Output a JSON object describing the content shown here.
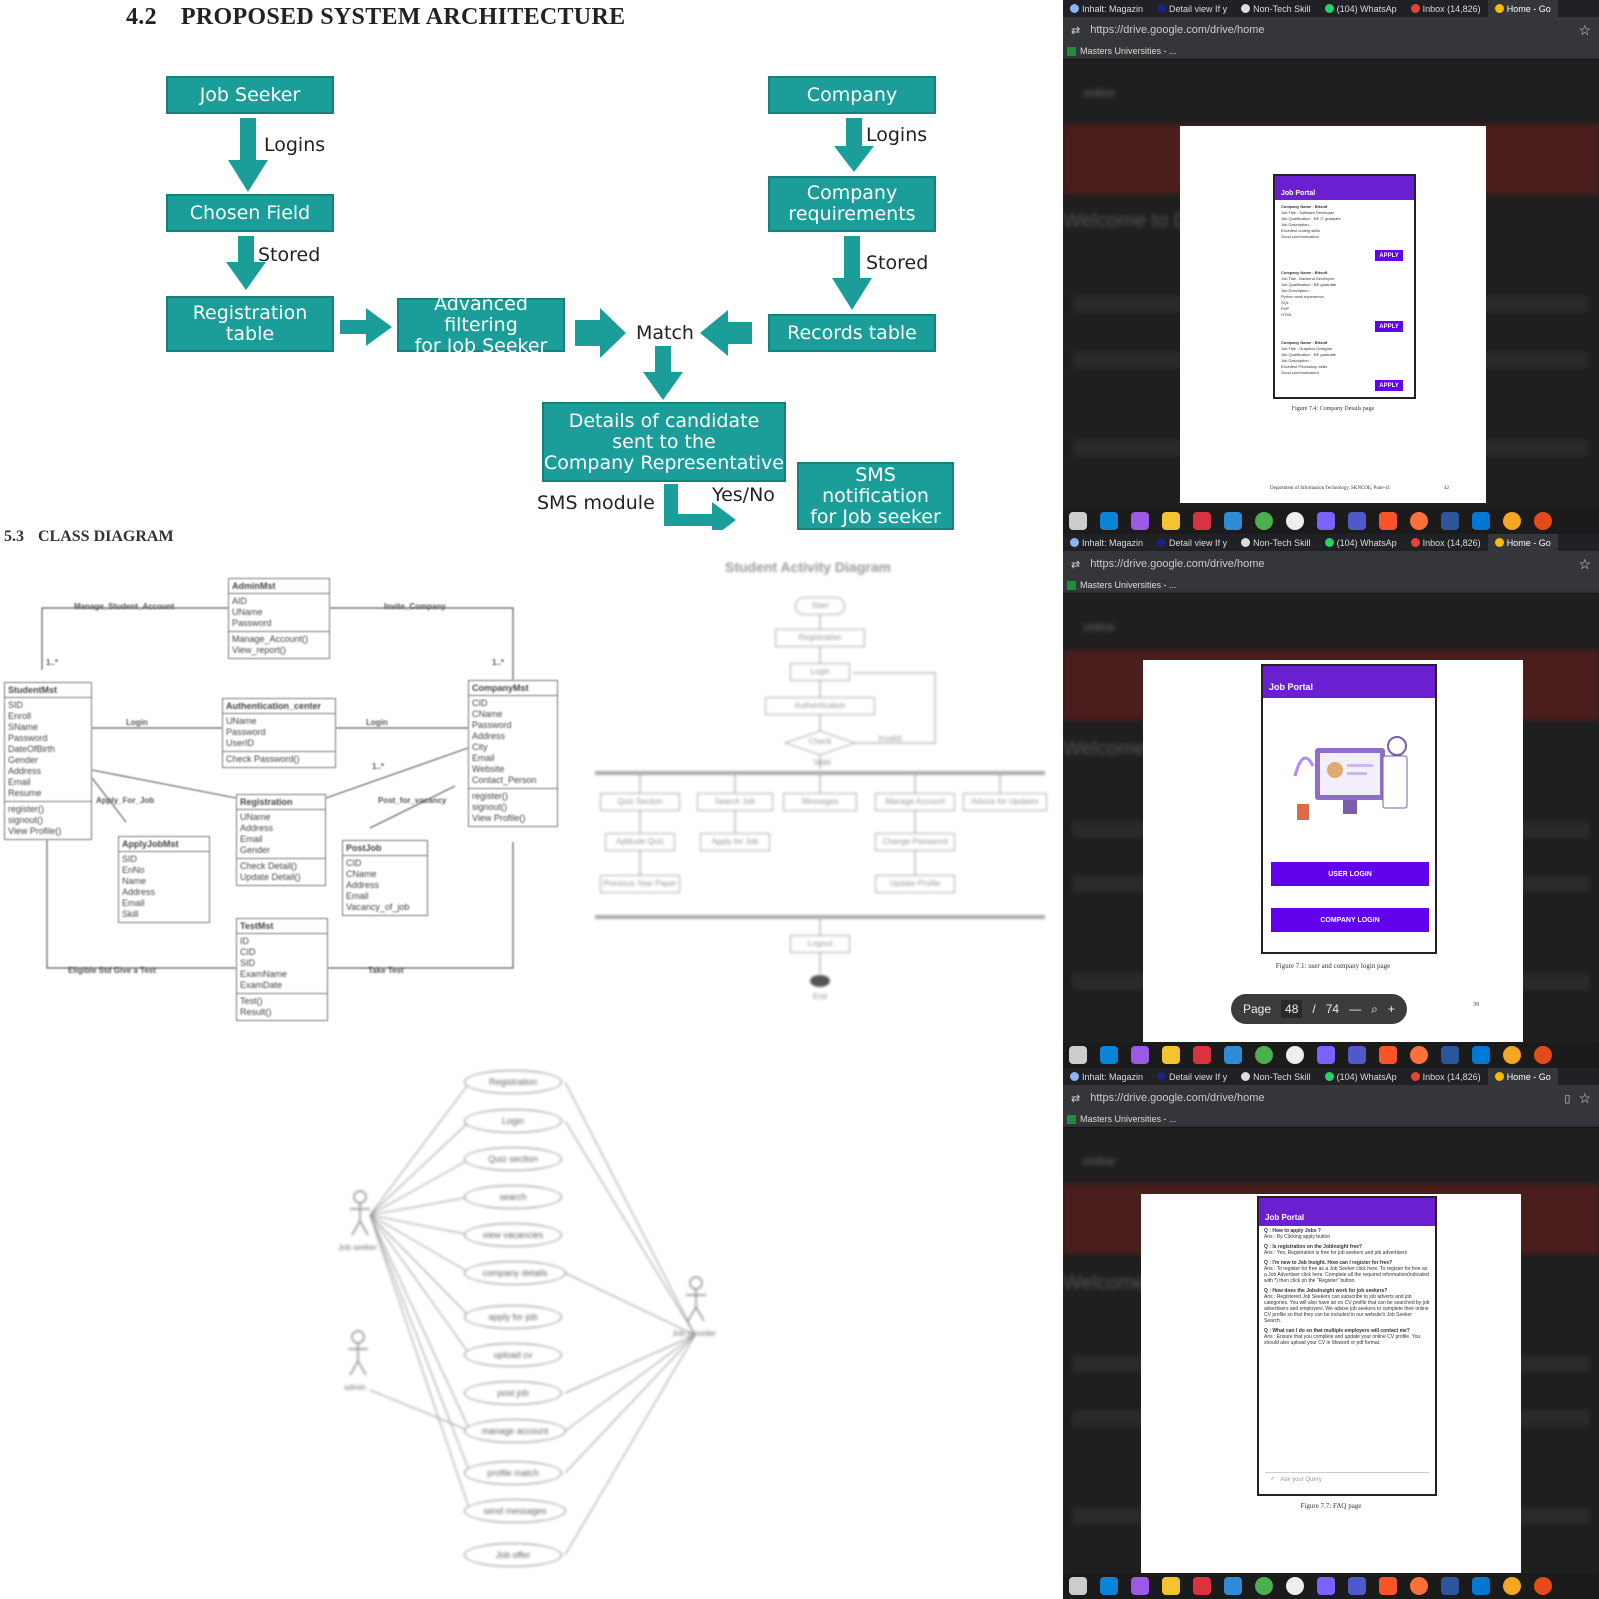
{
  "architecture": {
    "section_number": "4.2",
    "section_title": "PROPOSED SYSTEM ARCHITECTURE",
    "boxes": {
      "job_seeker": "Job Seeker",
      "chosen_field": "Chosen Field",
      "registration_table": "Registration\ntable",
      "advanced_filtering": "Advanced filtering\nfor Job Seeker",
      "company": "Company",
      "company_requirements": "Company\nrequirements",
      "records_table": "Records table",
      "details": "Details of candidate\nsent to the\nCompany Representative",
      "sms_notification": "SMS notification\nfor Job seeker"
    },
    "labels": {
      "logins_left": "Logins",
      "stored_left": "Stored",
      "logins_right": "Logins",
      "stored_right": "Stored",
      "match": "Match",
      "sms_module": "SMS module",
      "yes_no": "Yes/No"
    }
  },
  "class_diagram": {
    "section_number": "5.3",
    "section_title": "CLASS DIAGRAM",
    "classes": [
      {
        "name": "AdminMst",
        "attrs": [
          "AID",
          "UName",
          "Password"
        ],
        "ops": [
          "Manage_Account()",
          "View_report()"
        ]
      },
      {
        "name": "StudentMst",
        "attrs": [
          "SID",
          "Enroll",
          "SName",
          "Password",
          "DateOfBirth",
          "Gender",
          "Address",
          "Email",
          "Resume"
        ],
        "ops": [
          "register()",
          "signout()",
          "View Profile()"
        ]
      },
      {
        "name": "Authentication_center",
        "attrs": [
          "UName",
          "Password",
          "UserID"
        ],
        "ops": [
          "Check Password()"
        ]
      },
      {
        "name": "CompanyMst",
        "attrs": [
          "CID",
          "CName",
          "Password",
          "Address",
          "City",
          "Email",
          "Website",
          "Contact_Person"
        ],
        "ops": [
          "register()",
          "signout()",
          "View Profile()"
        ]
      },
      {
        "name": "Registration",
        "attrs": [
          "UName",
          "Address",
          "Email",
          "Gender"
        ],
        "ops": [
          "Check Detail()",
          "Update Detail()"
        ]
      },
      {
        "name": "ApplyJobMst",
        "attrs": [
          "SID",
          "EnNo",
          "Name",
          "Address",
          "Email",
          "Skill"
        ],
        "ops": []
      },
      {
        "name": "PostJob",
        "attrs": [
          "CID",
          "CName",
          "Address",
          "Email",
          "Vacancy_of_job"
        ],
        "ops": []
      },
      {
        "name": "TestMst",
        "attrs": [
          "ID",
          "CID",
          "SID",
          "ExamName",
          "ExamDate"
        ],
        "ops": [
          "Test()",
          "Result()"
        ]
      }
    ],
    "relations": {
      "manage_student": "Manage_Student_Account",
      "invite_company": "Invite_Company",
      "login_left": "Login",
      "login_right": "Login",
      "apply_for_job": "Apply_For_Job",
      "post_vacancy": "Post_for_vacancy",
      "eligible_test": "Eligible Std Give a Test",
      "take_test": "Take Test",
      "mult1": "1..*",
      "mult2": "1..*",
      "mult3": "1..*"
    }
  },
  "activity_diagram": {
    "title": "Student Activity Diagram",
    "nodes": {
      "start": "Start",
      "registration": "Registration",
      "login": "Login",
      "authentication": "Authentication",
      "check": "Check",
      "invalid": "Invalid",
      "valid": "Valid",
      "logout": "Logout",
      "end": "End"
    },
    "branches": [
      "Quiz Section",
      "Search Job",
      "Messages",
      "Manage Account",
      "Advice for Updates"
    ],
    "sub_items": [
      "Aptitude Quiz",
      "Apply for Job",
      "Change Password",
      "Previous Year Paper",
      "Update Profile"
    ]
  },
  "use_case": {
    "actors": [
      "Job seeker",
      "admin",
      "Job provider"
    ],
    "cases": [
      "Registration",
      "Login",
      "Quiz section",
      "search",
      "view vacancies",
      "company details",
      "apply for job",
      "upload cv",
      "post job",
      "manage account",
      "profile match",
      "send messages",
      "Job offer"
    ]
  },
  "browser": {
    "tabs": [
      "Inhalt: Magazin",
      "Detail view If y",
      "Non-Tech Skill",
      "(104) WhatsAp",
      "Inbox (14,826)",
      "Home - Go"
    ],
    "url": "https://drive.google.com/drive/home",
    "bookmark": "Masters Universities - ...",
    "drive_welcome": "Welcome to Drive",
    "drive_search": "online",
    "panels": [
      {
        "app_title": "Job Portal",
        "figure_caption": "Figure 7.4: Company Details page",
        "footer": "Department of Information Technology, SKNCOE, Pune-41",
        "page_no": "42",
        "cards": [
          {
            "company": "Company Name : Bitsoft",
            "lines": [
              "Job Title : Software Developer",
              "Job Qualification : BE IT graduate",
              "Job Description :",
              "Excellent coding skills",
              "Good communication"
            ],
            "button": "APPLY"
          },
          {
            "company": "Company Name : Bitsoft",
            "lines": [
              "Job Title : Backend Developer",
              "Job Qualification : BE graduate",
              "Job Description :",
              "Python work experience",
              "SQL",
              "PHP",
              "HTML"
            ],
            "button": "APPLY"
          },
          {
            "company": "Company Name : Bitsoft",
            "lines": [
              "Job Title : Graphics Designer",
              "Job Qualification : BE graduate",
              "Job Description :",
              "Excellent Photoshop skills",
              "Good communication"
            ],
            "button": "APPLY"
          }
        ]
      },
      {
        "app_title": "Job Portal",
        "figure_caption": "Figure 7.1: user and company login page",
        "page_no": "39",
        "user_login": "USER LOGIN",
        "company_login": "COMPANY LOGIN",
        "pager": {
          "label": "Page",
          "current": "48",
          "separator": "/",
          "total": "74",
          "minus": "—",
          "plus": "+"
        }
      },
      {
        "app_title": "Job Portal",
        "figure_caption": "Figure 7.7: FAQ page",
        "search_placeholder": "Ask your Query",
        "faq": [
          {
            "q": "Q : How to apply Jobs ?",
            "a": "Ans : By Clicking apply button"
          },
          {
            "q": "Q : Is registration on the JobInsight free?",
            "a": "Ans : Yes, Registration is free for job seekers and job advertisers"
          },
          {
            "q": "Q : I'm new to Job Insight. How can I register for free?",
            "a": "Ans : To register for free as a Job Seeker click here. To register for free as a Job Advertiser click here. Complete all the required information(indicated with *) then click on the \"Register\" button."
          },
          {
            "q": "Q : How does the JobsInsight work for job seekers?",
            "a": "Ans : Registered Job Seekers can subscribe to job adverts and job categories. You will also have an on CV profile that can be searched by job advertisers and employers. We advise job seekers to complete their online CV profile so that they can be included in our website's Job Seeker Search."
          },
          {
            "q": "Q : What can I do so that multiple employers will contact me?",
            "a": "Ans : Ensure that you complete and update your online CV profile. You should also upload your CV in Msword or pdf format."
          }
        ]
      }
    ]
  },
  "colors": {
    "teal": "#1b9e9a",
    "purple": "#6a1fd0",
    "button_purple": "#6200ee"
  }
}
